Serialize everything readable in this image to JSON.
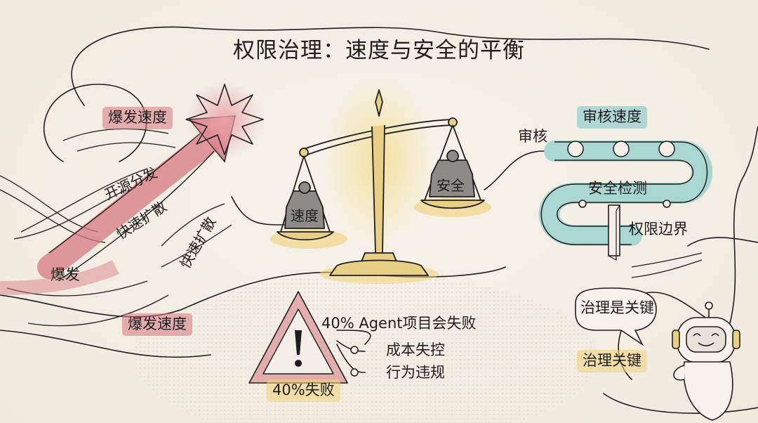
{
  "title": "权限治理：速度与安全的平衡",
  "left": {
    "burst_speed_top": "爆发速度",
    "open_source": "开源分发",
    "fast_spread_1": "快速扩散",
    "fast_spread_2": "快速扩散",
    "burst": "爆发",
    "burst_speed_bottom": "爆发速度"
  },
  "scale": {
    "left_weight": "速度",
    "right_weight": "安全"
  },
  "right": {
    "review_speed": "审核速度",
    "review": "审核",
    "security_check": "安全检测",
    "permission_boundary": "权限边界"
  },
  "warning": {
    "headline": "40% Agent项目会失败",
    "reason_1": "成本失控",
    "reason_2": "行为违规",
    "tag": "40%失败"
  },
  "robot": {
    "speech": "治理是关键",
    "tag": "治理关键"
  },
  "colors": {
    "speed_red": "#d67880",
    "pipe_teal": "#78c4c8",
    "scale_gold": "#e7cf86",
    "ink": "#1e1e1e"
  }
}
